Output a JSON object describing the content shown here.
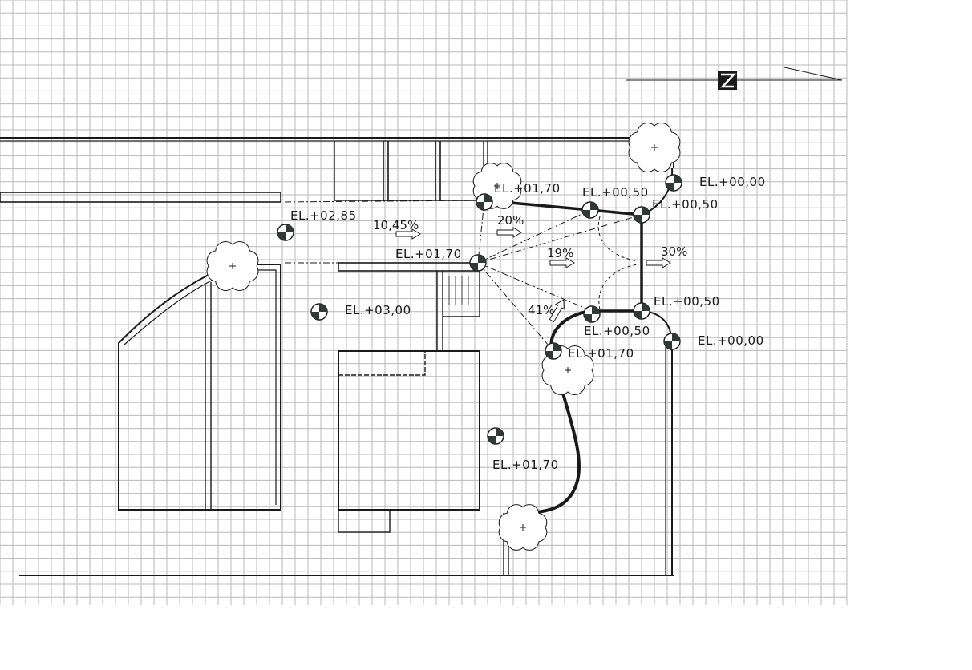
{
  "elevations": [
    {
      "id": "el-285",
      "text": "EL.+02,85"
    },
    {
      "id": "el-300",
      "text": "EL.+03,00"
    },
    {
      "id": "el-170-top",
      "text": "EL.+01,70"
    },
    {
      "id": "el-170-mid",
      "text": "EL.+01,70"
    },
    {
      "id": "el-050-top",
      "text": "EL.+00,50"
    },
    {
      "id": "el-050-topright",
      "text": "EL.+00,50"
    },
    {
      "id": "el-000-top",
      "text": "EL.+00,00"
    },
    {
      "id": "el-050-right",
      "text": "EL.+00,50"
    },
    {
      "id": "el-050-low",
      "text": "EL.+00,50"
    },
    {
      "id": "el-170-low",
      "text": "EL.+01,70"
    },
    {
      "id": "el-000-low",
      "text": "EL.+00,00"
    },
    {
      "id": "el-170-bottom",
      "text": "EL.+01,70"
    }
  ],
  "slopes": [
    {
      "id": "slope-1045",
      "text": "10,45%"
    },
    {
      "id": "slope-20",
      "text": "20%"
    },
    {
      "id": "slope-19",
      "text": "19%"
    },
    {
      "id": "slope-30",
      "text": "30%"
    },
    {
      "id": "slope-41",
      "text": "41%"
    }
  ],
  "north_symbol": "north-arrow-icon",
  "colors": {
    "ink": "#1a1a1a",
    "grid": "#b8b8b8",
    "marker_fill": "#2f3a36"
  }
}
